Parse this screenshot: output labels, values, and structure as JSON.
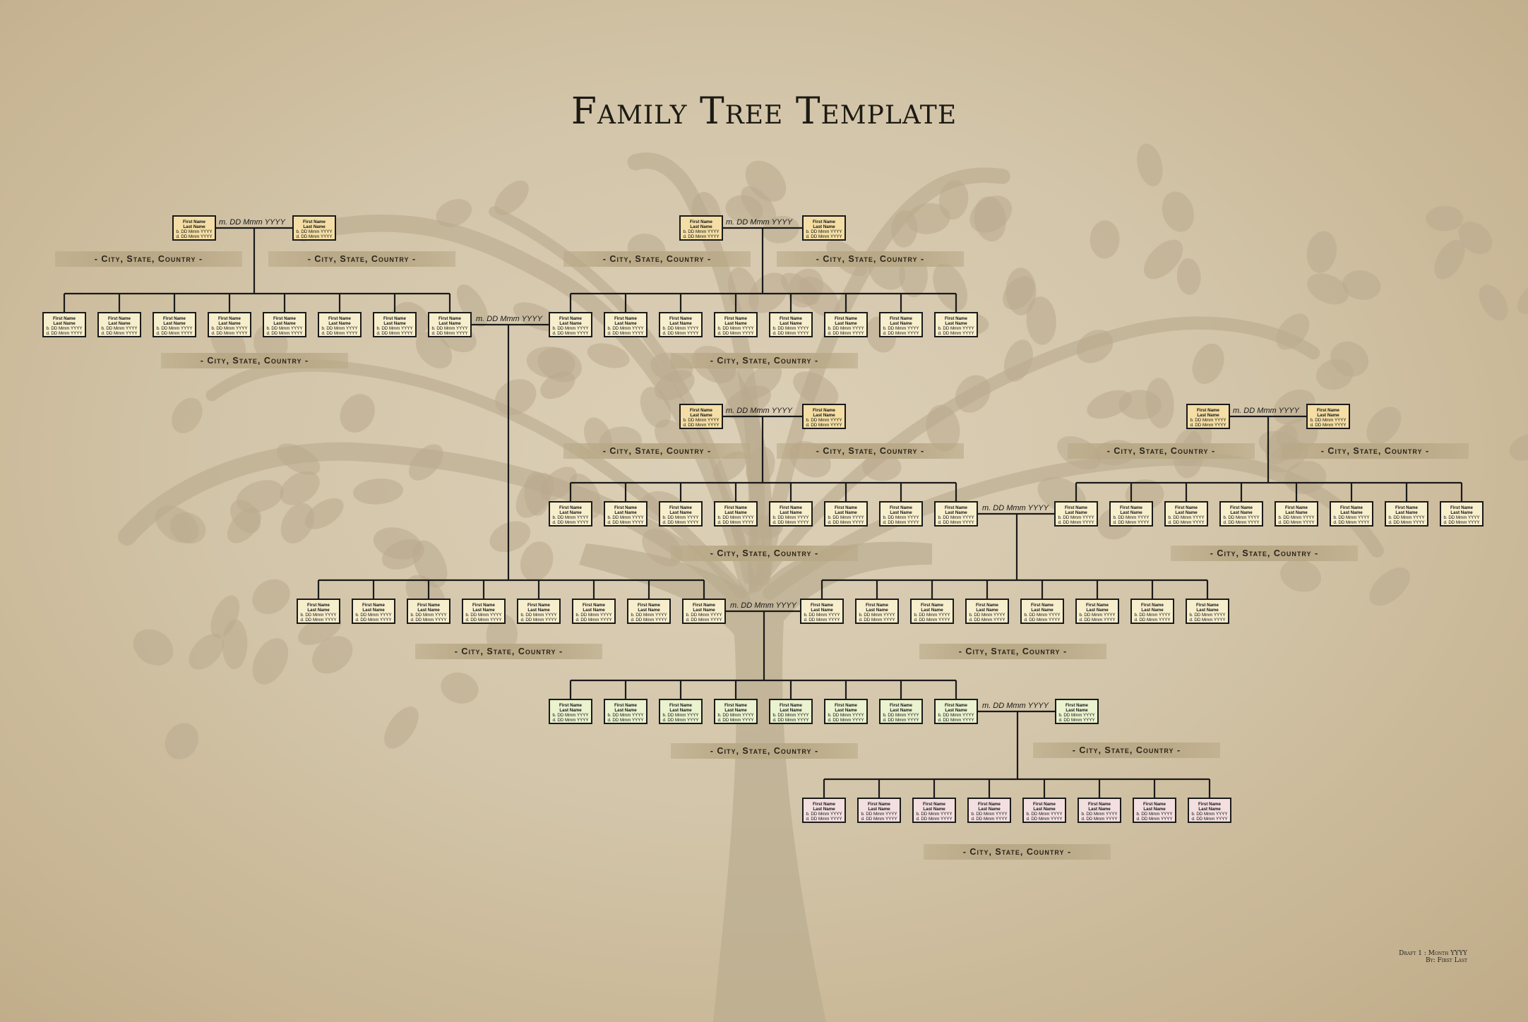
{
  "title": "Family Tree Template",
  "person": {
    "first": "First Name",
    "last": "Last Name",
    "born": "b. DD Mmm YYYY",
    "died": "d. DD Mmm YYYY"
  },
  "marriage_label": "m. DD Mmm YYYY",
  "place_label": "- City, State, Country -",
  "footer": {
    "draft": "Draft 1 : Month YYYY",
    "by": "By: First Last"
  },
  "colors": {
    "couple_box": "#f4dea5",
    "child_box": "#f7eecd",
    "green_box": "#eaf2cf",
    "pink_box": "#f3dfe0",
    "tree": "#b9aa8e"
  },
  "icons": [
    "tree-silhouette"
  ]
}
